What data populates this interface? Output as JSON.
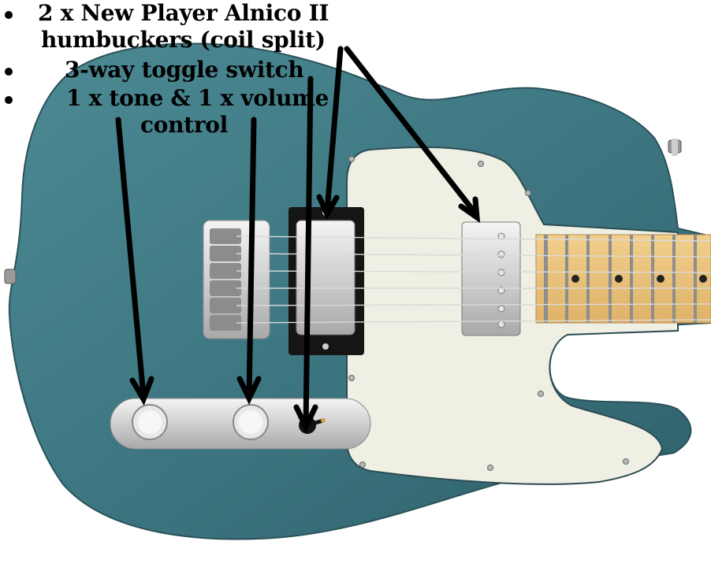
{
  "annotations": [
    {
      "lines": [
        "2 x  New Player Alnico II",
        "humbuckers (coil split)"
      ]
    },
    {
      "lines": [
        "3-way toggle switch"
      ]
    },
    {
      "lines": [
        "1 x tone & 1 x volume",
        "control"
      ]
    }
  ],
  "colors": {
    "body": "#3f7b85",
    "pickguard": "#efefe4",
    "chrome": "#d8d8d8",
    "maple": "#e9c27c",
    "arrow": "#000000"
  }
}
